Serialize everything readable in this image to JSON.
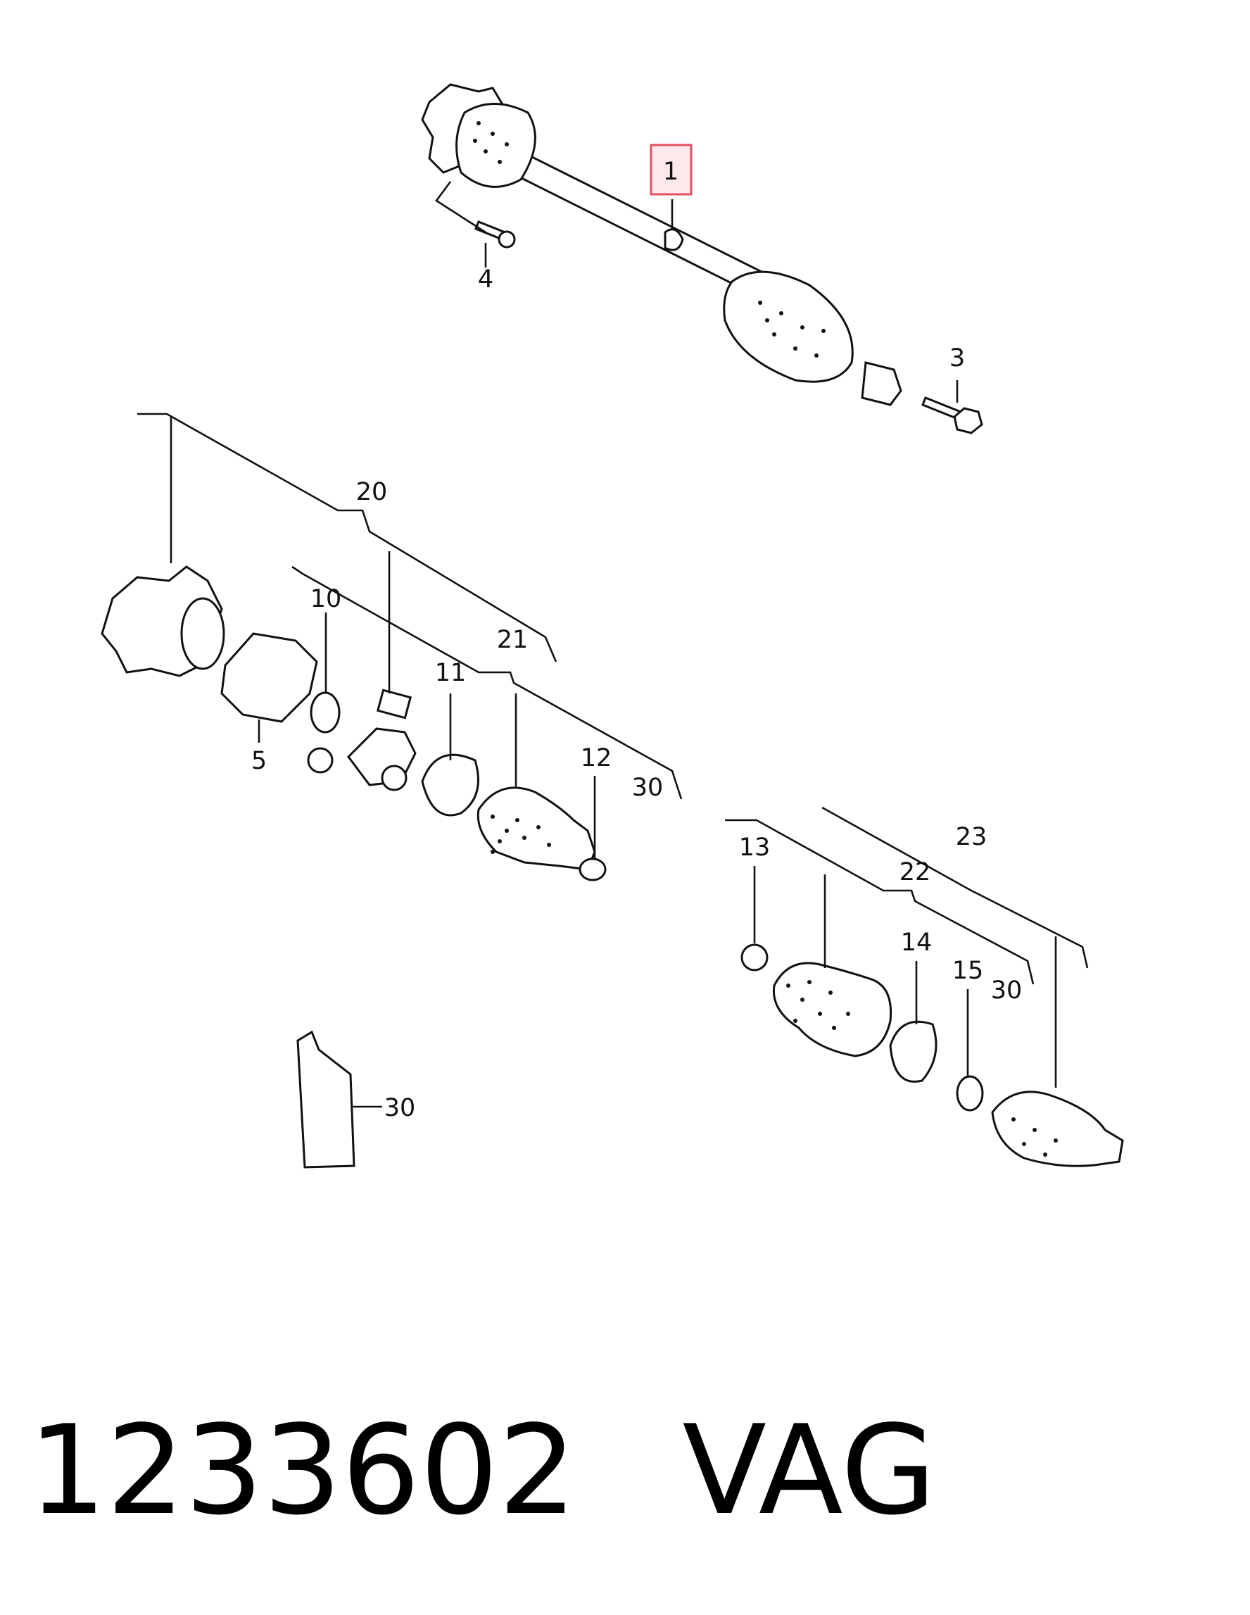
{
  "diagram": {
    "callouts": [
      {
        "id": "1",
        "label": "1",
        "highlighted": true
      },
      {
        "id": "3",
        "label": "3"
      },
      {
        "id": "4",
        "label": "4"
      },
      {
        "id": "5",
        "label": "5"
      },
      {
        "id": "10",
        "label": "10"
      },
      {
        "id": "11",
        "label": "11"
      },
      {
        "id": "12",
        "label": "12"
      },
      {
        "id": "13",
        "label": "13"
      },
      {
        "id": "14",
        "label": "14"
      },
      {
        "id": "15",
        "label": "15"
      },
      {
        "id": "20",
        "label": "20"
      },
      {
        "id": "21",
        "label": "21"
      },
      {
        "id": "22",
        "label": "22"
      },
      {
        "id": "23",
        "label": "23"
      },
      {
        "id": "30a",
        "label": "30"
      },
      {
        "id": "30b",
        "label": "30"
      },
      {
        "id": "30c",
        "label": "30"
      }
    ],
    "highlight_color": "#e05060"
  },
  "footer": {
    "part_number": "1233602",
    "brand": "VAG"
  }
}
